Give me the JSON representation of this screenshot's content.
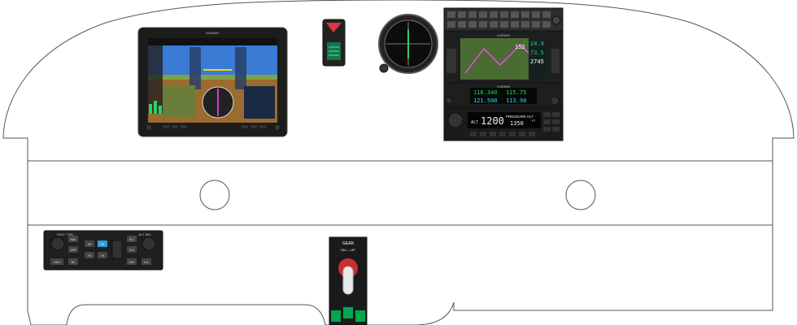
{
  "main_display": {
    "brand": "GARMIN"
  },
  "gps_nav": {
    "brand": "GARMIN",
    "ground_speed": "152",
    "altitude": "2745",
    "dist1": "24.9",
    "dist2": "73.5"
  },
  "nav_com": {
    "brand": "GARMIN",
    "com_active": "118.340",
    "com_standby": "121.500",
    "nav_active": "115.75",
    "nav_standby": "113.90"
  },
  "transponder": {
    "mode": "ALT",
    "squawk": "1200",
    "pressure_label": "PRESSURE ALT",
    "pressure_value": "1350",
    "pressure_unit": "FT"
  },
  "autopilot": {
    "left_knob_label": "HDG / TRK",
    "right_knob_label": "ALT SEL",
    "buttons": [
      "AP",
      "FD",
      "YD",
      "NAV",
      "APR",
      "HDG",
      "BC",
      "VS",
      "ALT",
      "FLC",
      "VNV",
      "LVL"
    ]
  },
  "gear_panel": {
    "title": "GEAR",
    "subtitle": "DN — UP"
  },
  "colors": {
    "panel_outline": "#555555",
    "sky": "#3a7bd5",
    "ground": "#9b6b2f",
    "bezel": "#1a1a1a",
    "display_green": "#27d36b",
    "display_cyan": "#37d7ff",
    "gear_green": "#00a84f"
  }
}
